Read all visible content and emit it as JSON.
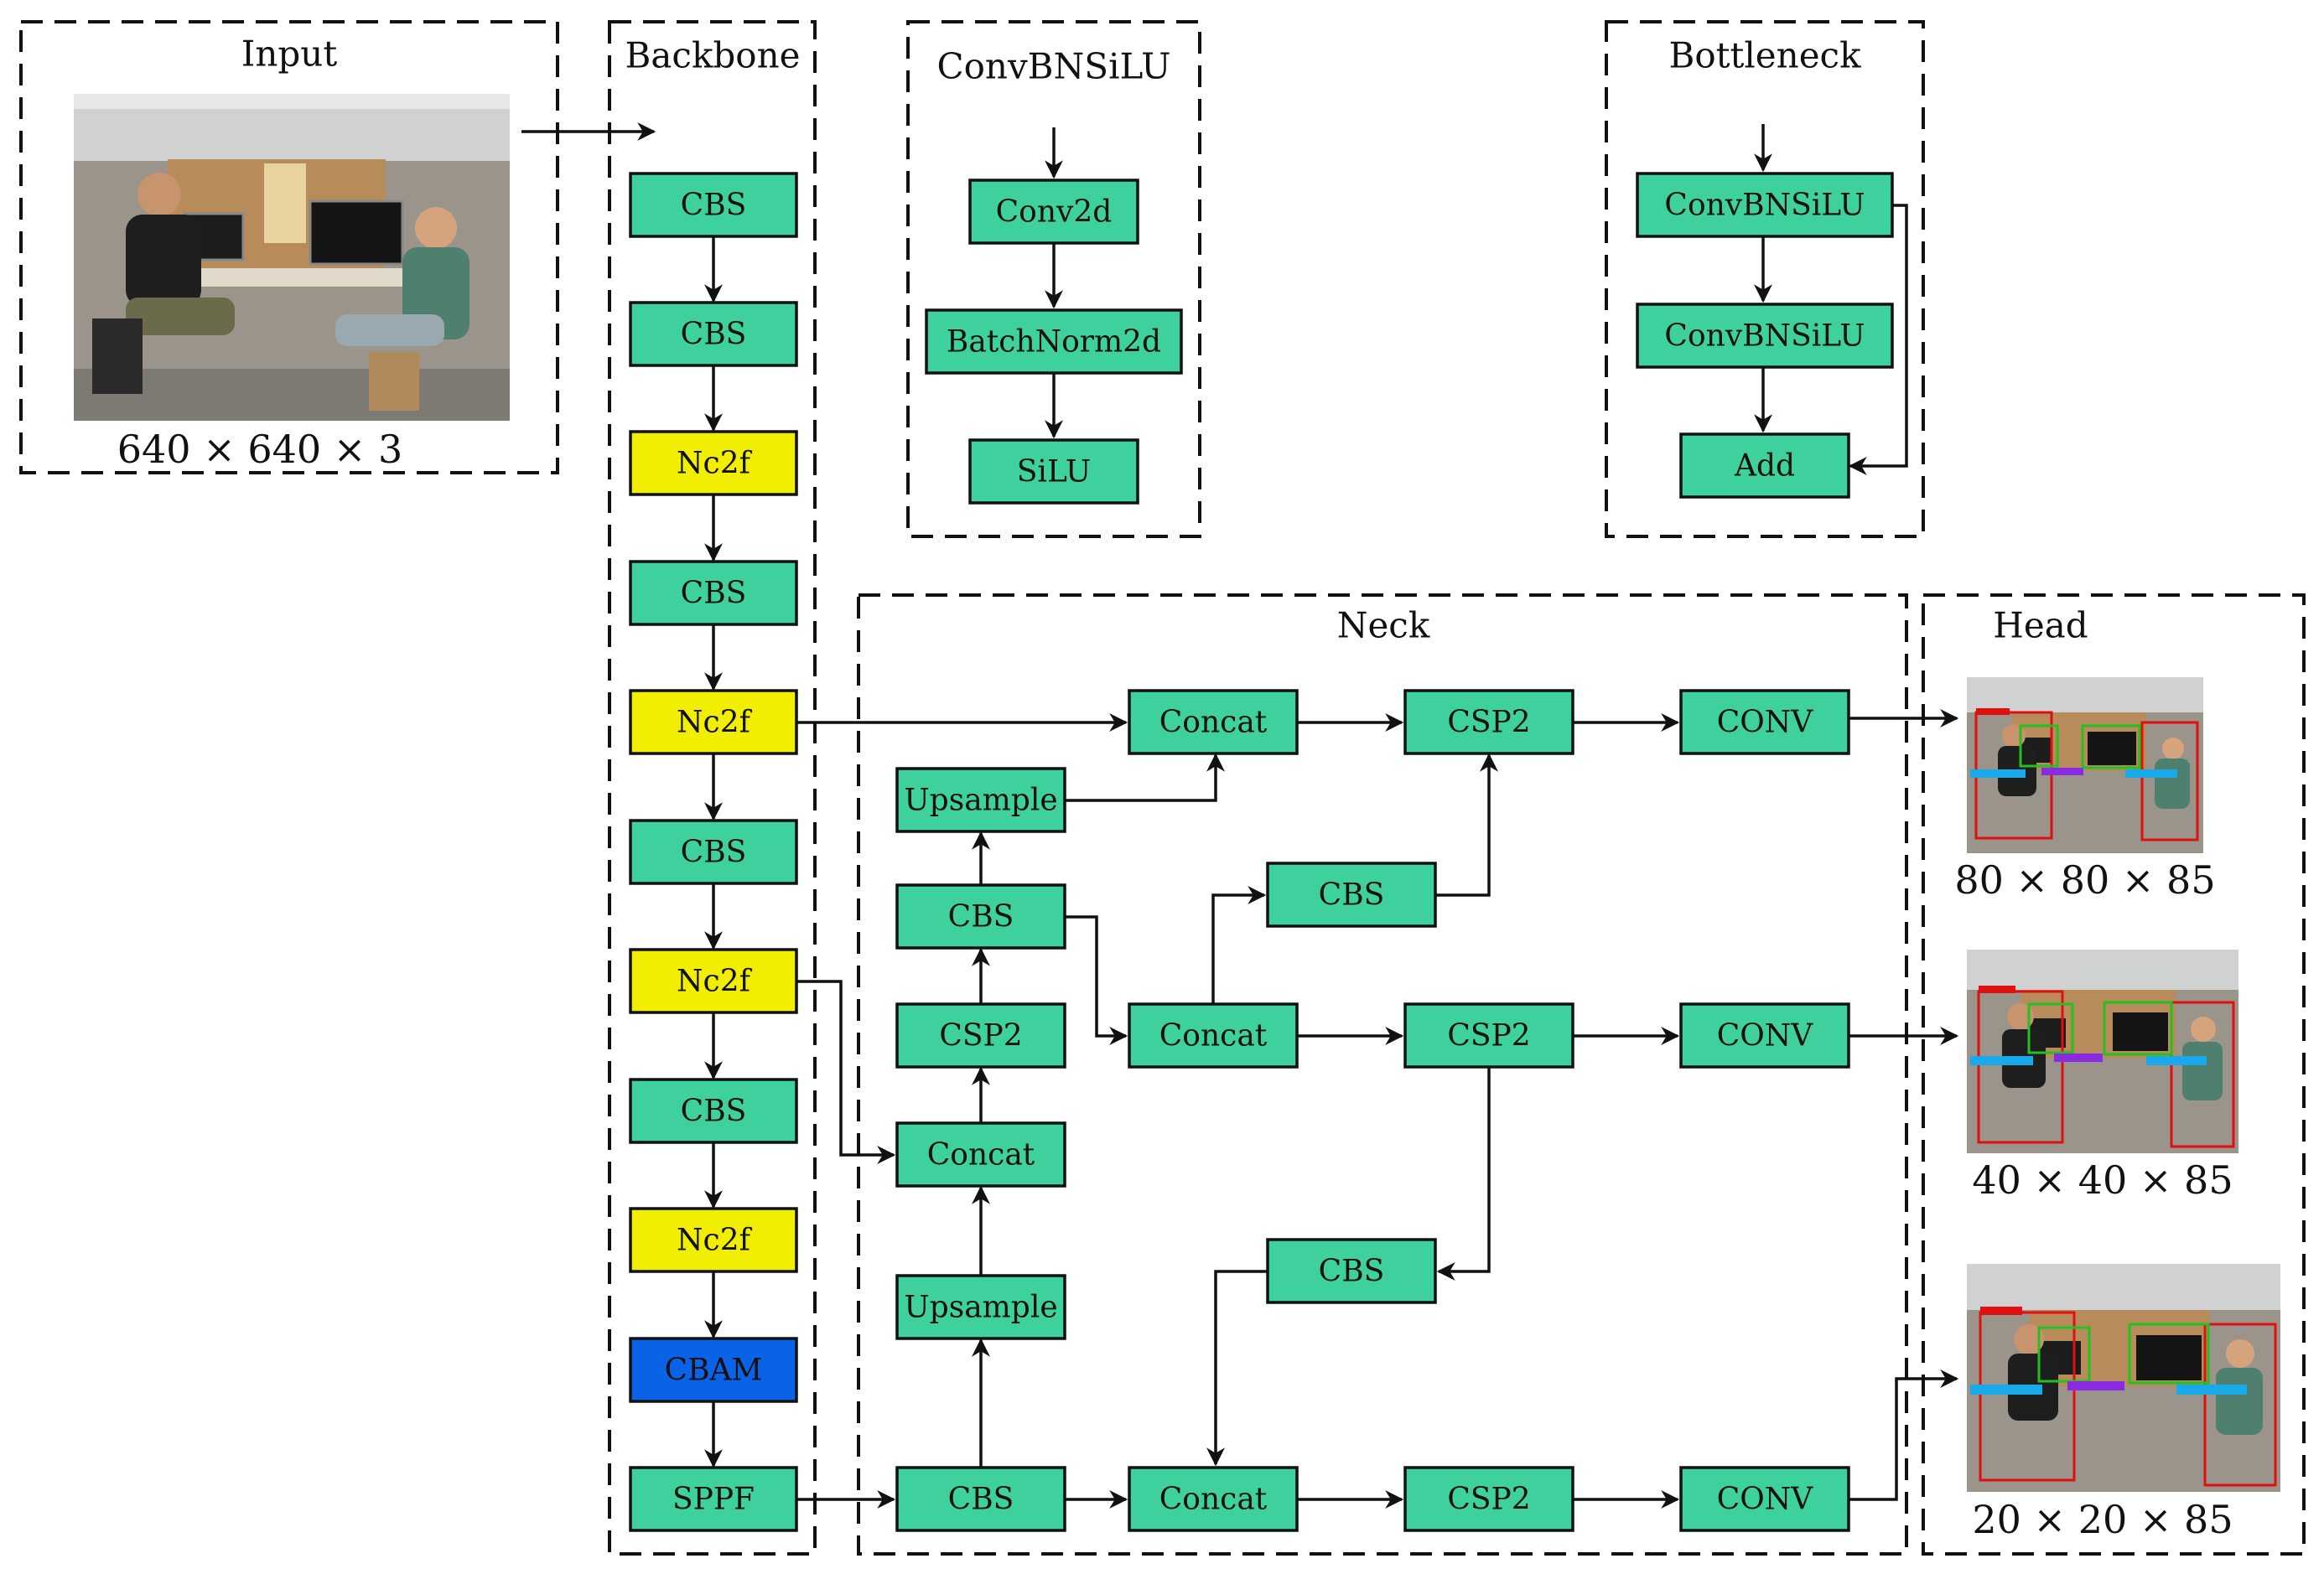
{
  "groups": {
    "input": "Input",
    "backbone": "Backbone",
    "convbnsilu": "ConvBNSiLU",
    "bottleneck": "Bottleneck",
    "neck": "Neck",
    "head": "Head"
  },
  "input_size": "640 × 640 × 3",
  "backbone": [
    "CBS",
    "CBS",
    "Nc2f",
    "CBS",
    "Nc2f",
    "CBS",
    "Nc2f",
    "CBS",
    "Nc2f",
    "CBAM",
    "SPPF"
  ],
  "convbnsilu": [
    "Conv2d",
    "BatchNorm2d",
    "SiLU"
  ],
  "bottleneck": [
    "ConvBNSiLU",
    "ConvBNSiLU",
    "Add"
  ],
  "neck": {
    "concat_top": "Concat",
    "csp2_top": "CSP2",
    "conv_top": "CONV",
    "upsample_top": "Upsample",
    "cbs_right_top": "CBS",
    "cbs_left_mid": "CBS",
    "concat_mid": "Concat",
    "csp2_mid": "CSP2",
    "conv_mid": "CONV",
    "csp2_left": "CSP2",
    "concat_left": "Concat",
    "cbs_right_low": "CBS",
    "upsample_low": "Upsample",
    "cbs_bottom": "CBS",
    "concat_bottom": "Concat",
    "csp2_bottom": "CSP2",
    "conv_bottom": "CONV"
  },
  "head_outputs": [
    "80 × 80 × 85",
    "40 × 40 × 85",
    "20 × 20 × 85"
  ],
  "colors": {
    "block": "#3fd19d",
    "nc2f": "#f2ee00",
    "cbam": "#0a63e6"
  }
}
